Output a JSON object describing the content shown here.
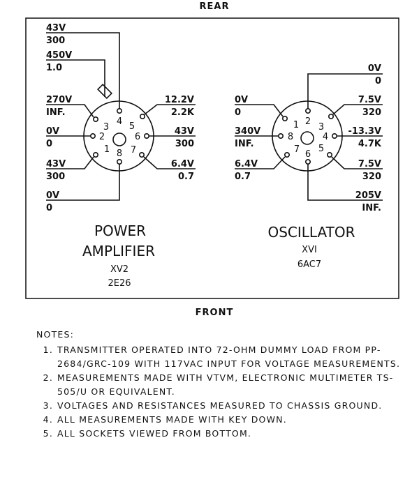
{
  "edges": {
    "rear": "REAR",
    "front": "FRONT"
  },
  "power_amplifier": {
    "title_line1": "POWER",
    "title_line2": "AMPLIFIER",
    "designator": "XV2",
    "tube": "2E26",
    "pins": [
      "1",
      "2",
      "3",
      "4",
      "5",
      "6",
      "7",
      "8"
    ],
    "labels": {
      "top1_v": "43V",
      "top1_r": "300",
      "top2_v": "450V",
      "top2_r": "1.0",
      "pin3_v": "270V",
      "pin3_r": "INF.",
      "pin2_v": "0V",
      "pin2_r": "0",
      "pin1_v": "43V",
      "pin1_r": "300",
      "bot_v": "0V",
      "bot_r": "0",
      "pin5_v": "12.2V",
      "pin5_r": "2.2K",
      "pin6_v": "43V",
      "pin6_r": "300",
      "pin7_v": "6.4V",
      "pin7_r": "0.7"
    }
  },
  "oscillator": {
    "title": "OSCILLATOR",
    "designator": "XVI",
    "tube": "6AC7",
    "pins": [
      "1",
      "2",
      "3",
      "4",
      "5",
      "6",
      "7",
      "8"
    ],
    "labels": {
      "pin1_v": "0V",
      "pin1_r": "0",
      "pin8_v": "340V",
      "pin8_r": "INF.",
      "pin7_v": "6.4V",
      "pin7_r": "0.7",
      "pin2_v": "0V",
      "pin2_r": "0",
      "pin3_v": "7.5V",
      "pin3_r": "320",
      "pin4_v": "-13.3V",
      "pin4_r": "4.7K",
      "pin5_v": "7.5V",
      "pin5_r": "320",
      "pin6_v": "205V",
      "pin6_r": "INF."
    }
  },
  "notes": {
    "heading": "NOTES:",
    "items": [
      {
        "num": "1.",
        "text": "TRANSMITTER OPERATED INTO 72-OHM DUMMY LOAD FROM PP-2684/GRC-109 WITH 117VAC INPUT FOR VOLTAGE MEASUREMENTS."
      },
      {
        "num": "2.",
        "text": "MEASUREMENTS MADE WITH VTVM, ELECTRONIC MULTIMETER TS-505/U OR EQUIVALENT."
      },
      {
        "num": "3.",
        "text": "VOLTAGES AND RESISTANCES MEASURED TO CHASSIS GROUND."
      },
      {
        "num": "4.",
        "text": "ALL MEASUREMENTS MADE WITH KEY DOWN."
      },
      {
        "num": "5.",
        "text": "ALL SOCKETS VIEWED FROM BOTTOM."
      }
    ]
  }
}
